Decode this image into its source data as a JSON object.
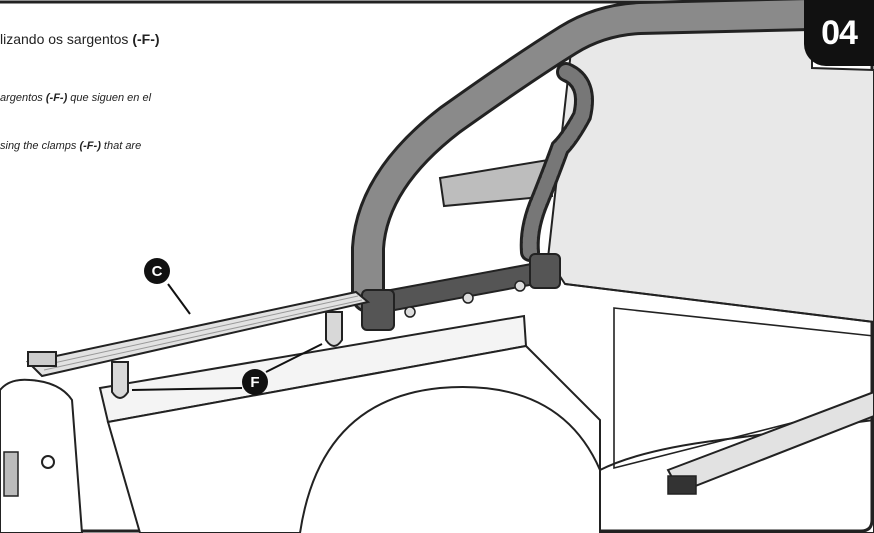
{
  "step": {
    "number": "04"
  },
  "instructions": {
    "pt_main": "lizando os sargentos ",
    "pt_ref": "(-F-)",
    "es_main": "argentos ",
    "es_ref": "(-F-)",
    "es_tail": " que siguen en el",
    "en_main": "sing the clamps ",
    "en_ref": "(-F-)",
    "en_tail": " that are"
  },
  "callouts": {
    "c": "C",
    "f": "F"
  },
  "colors": {
    "line": "#222222",
    "fill_dark": "#555555",
    "fill_light": "#e6e6e6",
    "pattern": "#666666"
  }
}
